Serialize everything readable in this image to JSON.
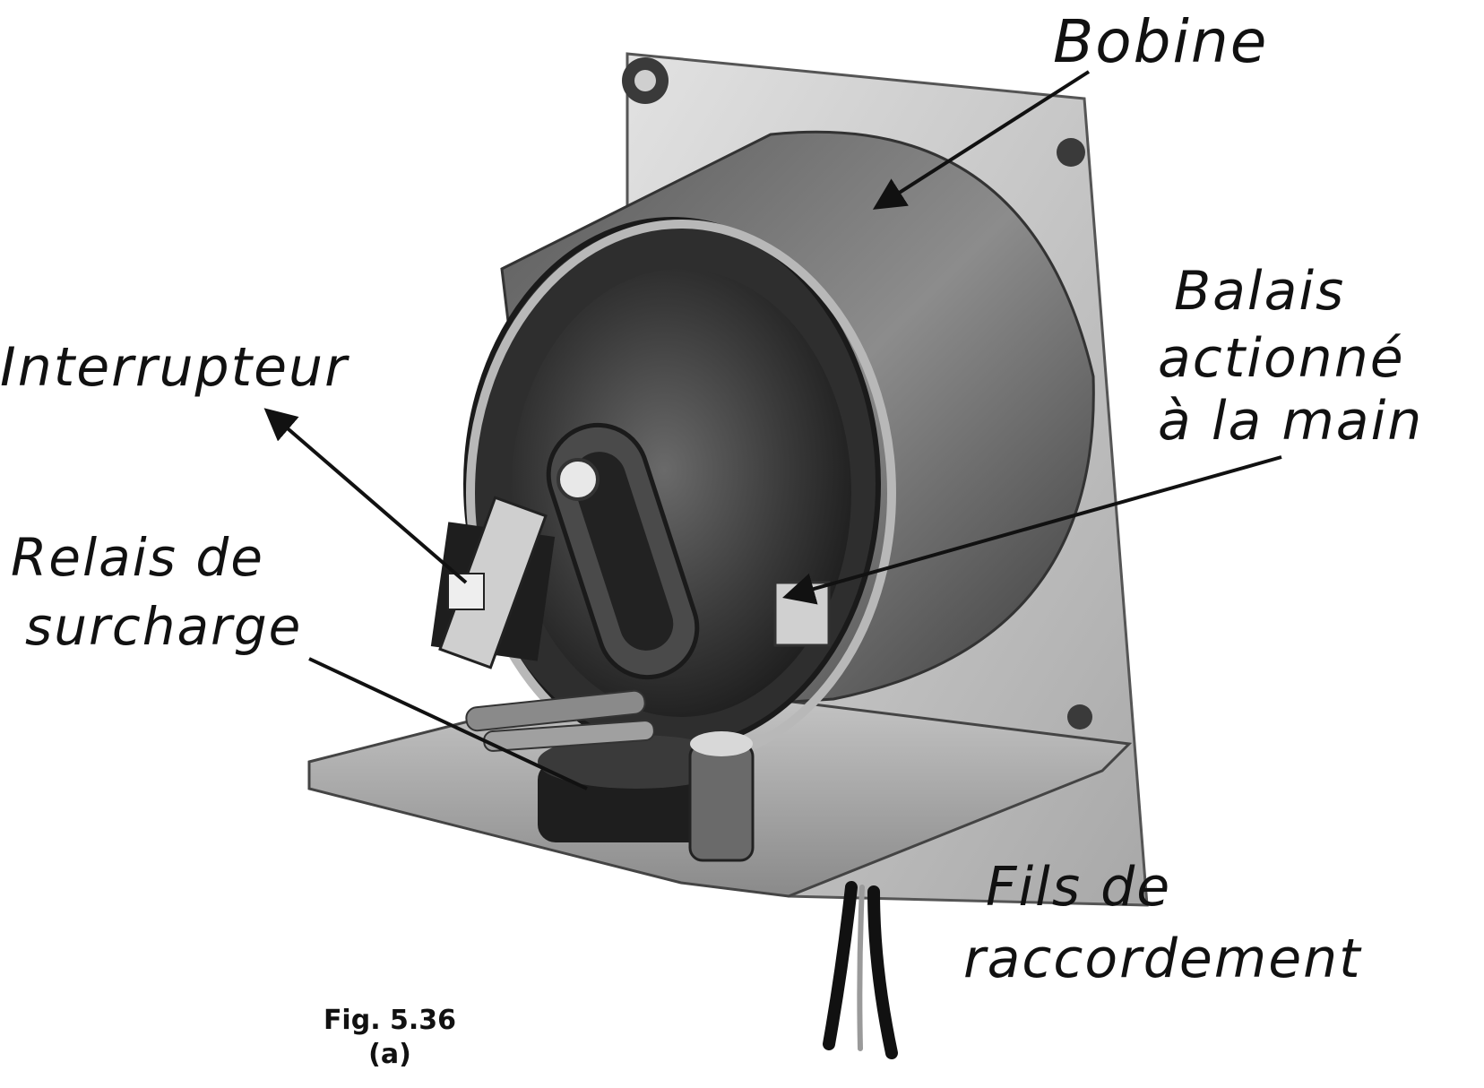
{
  "labels": {
    "bobine": "Bobine",
    "balais_line1": "Balais",
    "balais_line2": "actionné",
    "balais_line3": "à la main",
    "interrupteur": "Interrupteur",
    "relais_line1": "Relais de",
    "relais_line2": "surcharge",
    "fils_line1": "Fils  de",
    "fils_line2": "raccordement"
  },
  "caption": {
    "line1": "Fig.  5.36",
    "line2": "(a)"
  },
  "colors": {
    "ink": "#111111",
    "paper": "#ffffff",
    "metal_light": "#cfcfcf",
    "metal_mid": "#8a8a8a",
    "metal_dark": "#2a2a2a"
  }
}
